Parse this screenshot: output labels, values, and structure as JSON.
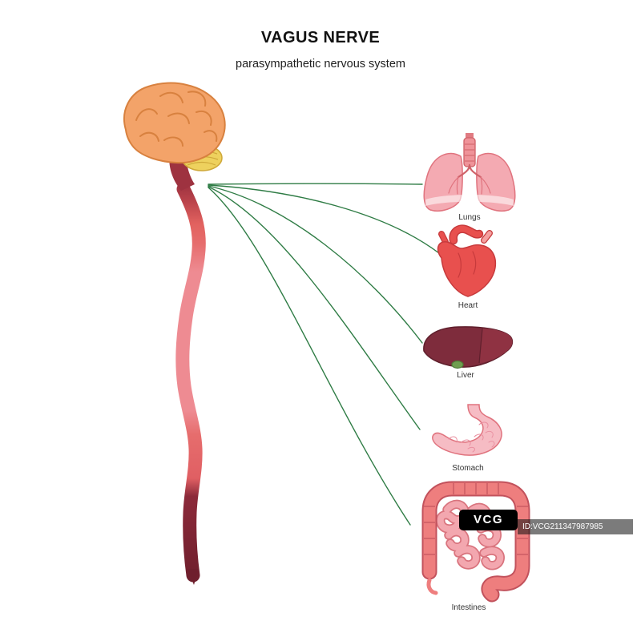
{
  "title": "VAGUS NERVE",
  "subtitle": "parasympathetic nervous system",
  "organs": [
    {
      "id": "lungs",
      "label": "Lungs"
    },
    {
      "id": "heart",
      "label": "Heart"
    },
    {
      "id": "liver",
      "label": "Liver"
    },
    {
      "id": "stomach",
      "label": "Stomach"
    },
    {
      "id": "intestines",
      "label": "Intestines"
    }
  ],
  "watermark": {
    "logo": "VCG",
    "id_text": "ID:VCG211347987985"
  },
  "colors": {
    "nerve_line": "#2f7c45",
    "brain": "#f3a369",
    "brain_outline": "#d8813f",
    "cerebellum": "#eed15e",
    "brainstem": "#9e3240",
    "cord_light": "#ee8b92",
    "cord_red": "#e66d6d",
    "cord_dark": "#6e1f2d",
    "organ_pink": "#f4aab2",
    "organ_outline": "#e0737e",
    "heart_red": "#e8504e",
    "liver_maroon": "#7e2c3c",
    "gallbladder_green": "#6f9e4f"
  }
}
